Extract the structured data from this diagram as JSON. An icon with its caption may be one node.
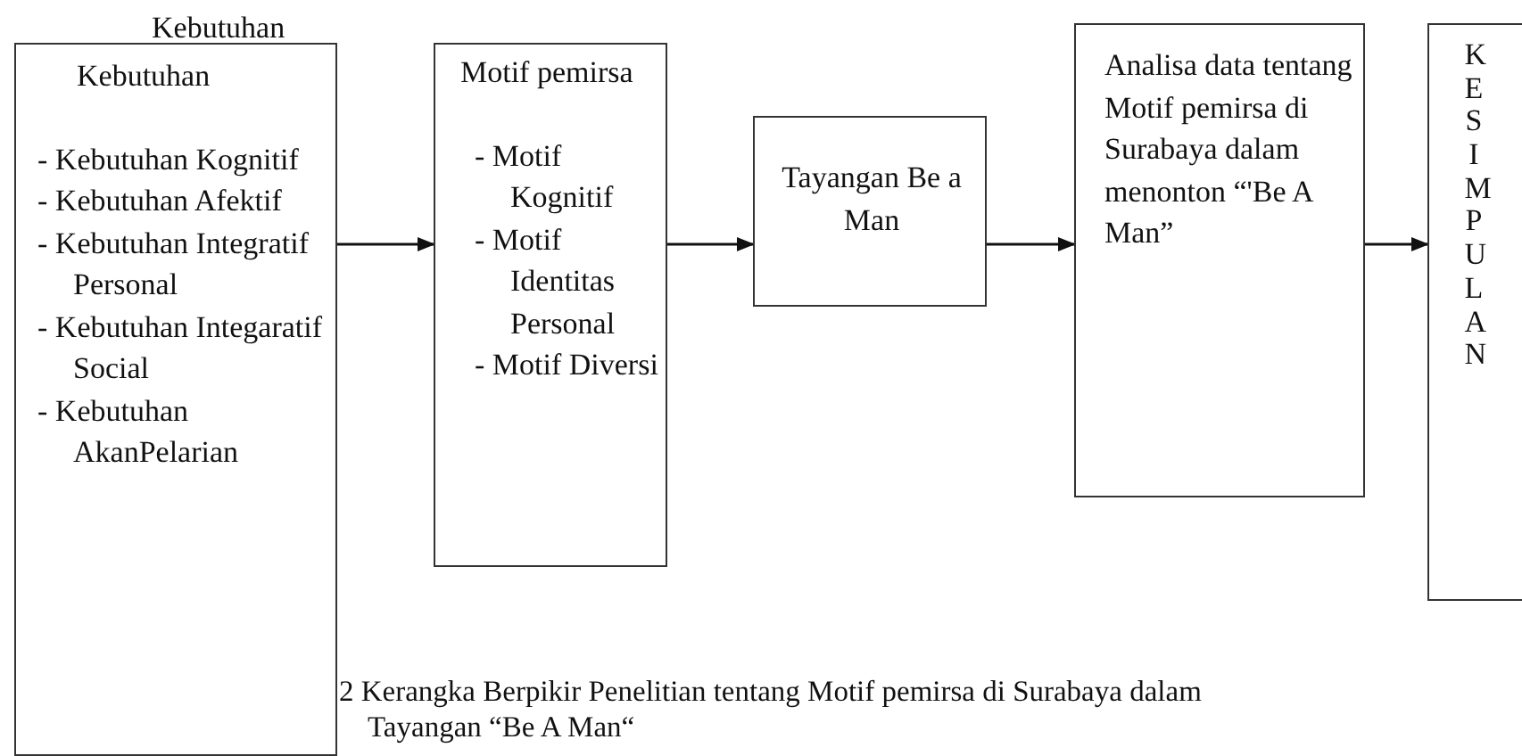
{
  "diagram": {
    "caption": "2 Kerangka Berpikir Penelitian tentang Motif pemirsa di Surabaya dalam Tayangan “Be A Man“",
    "nodes": [
      {
        "text": [
          "Kebutuhan",
          "Kebutuhan",
          "- Kebutuhan Kognitif",
          "- Kebutuhan Afektif",
          "- Kebutuhan Integratif Personal",
          "- Kebutuhan Integaratif Social",
          "- Kebutuhan AkanPelarian"
        ]
      },
      {
        "text": [
          "Motif pemirsa",
          "- Motif Kognitif",
          "- Motif Identitas Personal",
          "- Motif Diversi"
        ]
      },
      {
        "text": [
          "Tayangan Be a Man"
        ]
      },
      {
        "text": [
          "Analisa data tentang Motif pemirsa di Surabaya dalam menonton “'Be A Man”"
        ]
      },
      {
        "text": [
          "KESIMPULAN"
        ]
      }
    ],
    "edges": [
      {
        "from": 0,
        "to": 1,
        "arrow": "to"
      },
      {
        "from": 1,
        "to": 2,
        "arrow": "to"
      },
      {
        "from": 2,
        "to": 3,
        "arrow": "to"
      },
      {
        "from": 3,
        "to": 4,
        "arrow": "to"
      }
    ]
  }
}
